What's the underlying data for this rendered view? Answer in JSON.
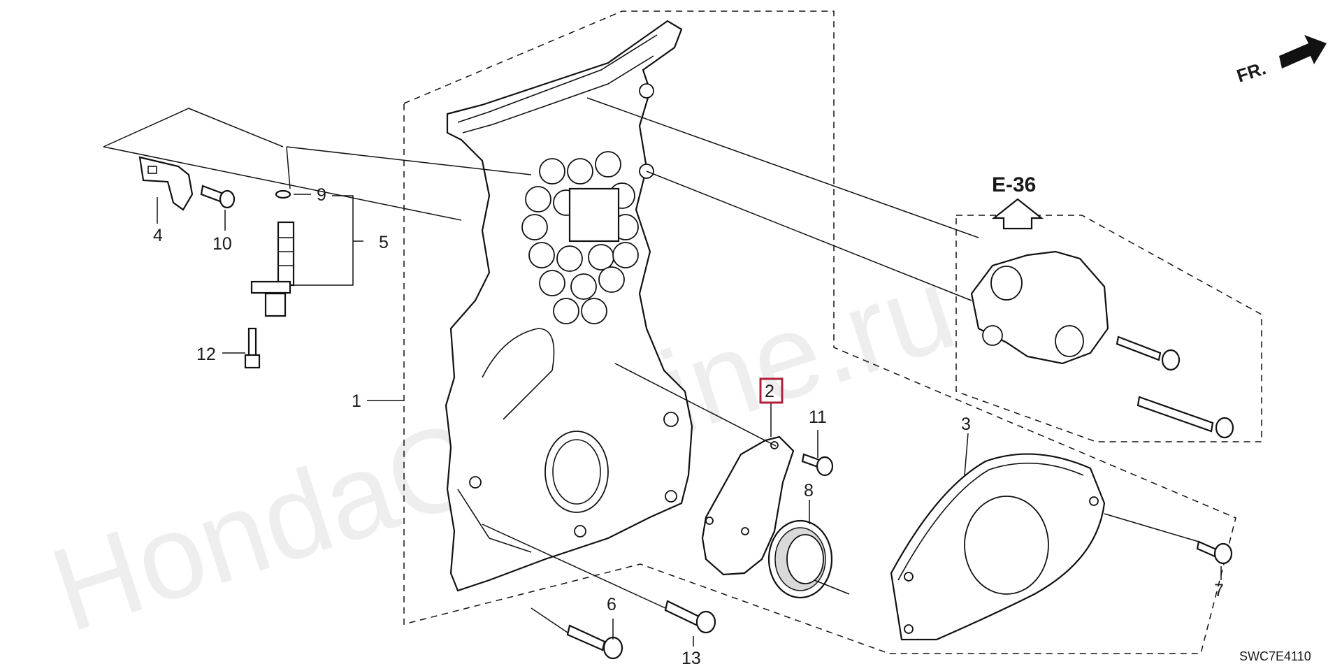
{
  "callouts": {
    "c1": "1",
    "c2": "2",
    "c3": "3",
    "c4": "4",
    "c5": "5",
    "c6": "6",
    "c7": "7",
    "c8": "8",
    "c9": "9",
    "c10": "10",
    "c11": "11",
    "c12": "12",
    "c13": "13"
  },
  "reference": "E-36",
  "direction": "FR.",
  "diagram_code": "SWC7E4110",
  "watermark": "HondaCarMine.ru",
  "highlight_color": "#b0203a"
}
